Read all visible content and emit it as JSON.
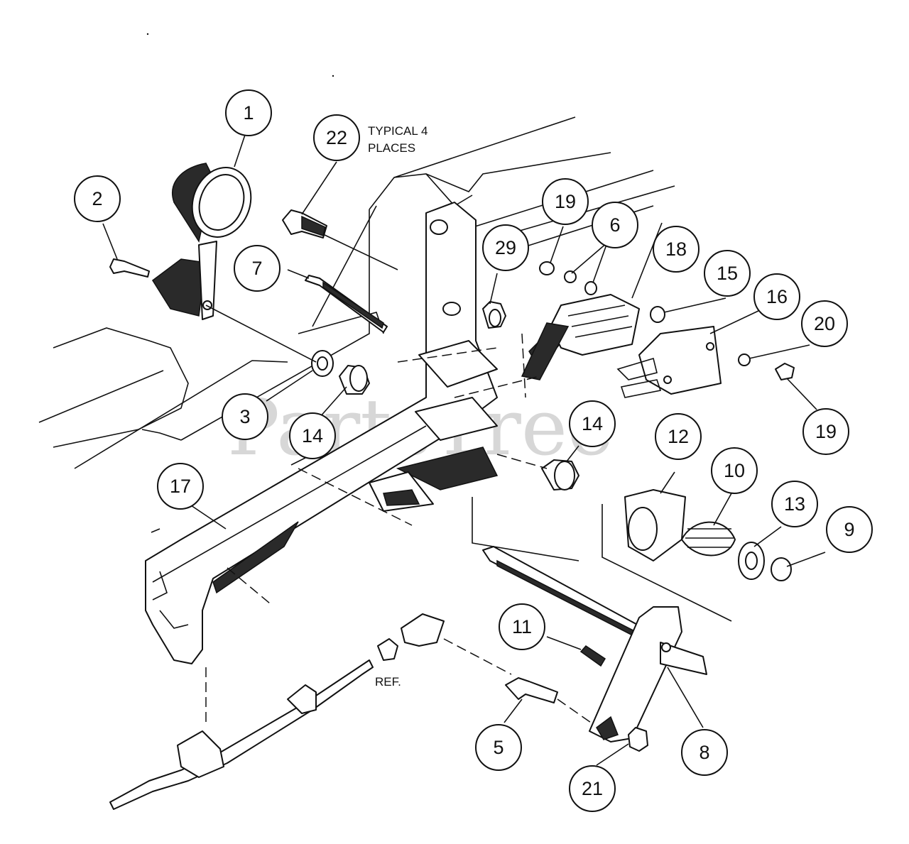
{
  "watermark": "PartsTree",
  "notes": {
    "typical_line1": "TYPICAL 4",
    "typical_line2": "PLACES",
    "ref": "REF."
  },
  "callouts": {
    "c1": "1",
    "c2": "2",
    "c3": "3",
    "c5": "5",
    "c6": "6",
    "c7": "7",
    "c8": "8",
    "c9": "9",
    "c10": "10",
    "c11": "11",
    "c12": "12",
    "c13": "13",
    "c14a": "14",
    "c14b": "14",
    "c15": "15",
    "c16": "16",
    "c17": "17",
    "c18": "18",
    "c19a": "19",
    "c19b": "19",
    "c20": "20",
    "c21": "21",
    "c22": "22",
    "c29": "29"
  }
}
